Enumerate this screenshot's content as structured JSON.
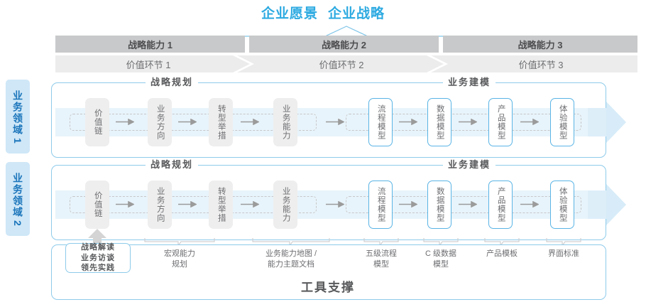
{
  "header": {
    "title_left": "企业愿景",
    "title_right": "企业战略"
  },
  "capability_bars": [
    {
      "label": "战略能力 1"
    },
    {
      "label": "战略能力 2"
    },
    {
      "label": "战略能力 3"
    }
  ],
  "value_bars": [
    {
      "label": "价值环节 1"
    },
    {
      "label": "价值环节 2"
    },
    {
      "label": "价值环节 3"
    }
  ],
  "domains": [
    {
      "text": "业务领域",
      "num": "1"
    },
    {
      "text": "业务领域",
      "num": "2"
    }
  ],
  "sections": {
    "planning": "战略规划",
    "modeling": "业务建模"
  },
  "nodes": [
    {
      "label": "价值链",
      "style": "gray"
    },
    {
      "label": "业务方向",
      "style": "gray"
    },
    {
      "label": "转型举措",
      "style": "gray"
    },
    {
      "label": "业务能力",
      "style": "gray"
    },
    {
      "label": "流程模型",
      "style": "blue"
    },
    {
      "label": "数据模型",
      "style": "blue"
    },
    {
      "label": "产品模型",
      "style": "blue"
    },
    {
      "label": "体验模型",
      "style": "blue"
    }
  ],
  "tool_support": {
    "title": "工具支撑",
    "chip": "战略解读\n业务访谈\n领先实践",
    "chip_lines": [
      "战略解读",
      "业务访谈",
      "领先实践"
    ],
    "labels": [
      {
        "lines": [
          "宏观能力",
          "规划"
        ]
      },
      {
        "lines": [
          "业务能力地图 /",
          "能力主题文档"
        ]
      },
      {
        "lines": [
          "五级流程",
          "模型"
        ]
      },
      {
        "lines": [
          "C 级数据",
          "模型"
        ]
      },
      {
        "lines": [
          "产品模板"
        ]
      },
      {
        "lines": [
          "界面标准"
        ]
      }
    ]
  },
  "colors": {
    "accent_blue": "#2daae1",
    "tab_blue": "#1b75bb",
    "tab_bg": "#cfe7f7",
    "cap_gray": "#c8c9ca",
    "val_gray": "#ececec",
    "band_blue": "#e8f4fb",
    "node_gray": "#eeeeee",
    "border_blue": "#8ecbea"
  }
}
